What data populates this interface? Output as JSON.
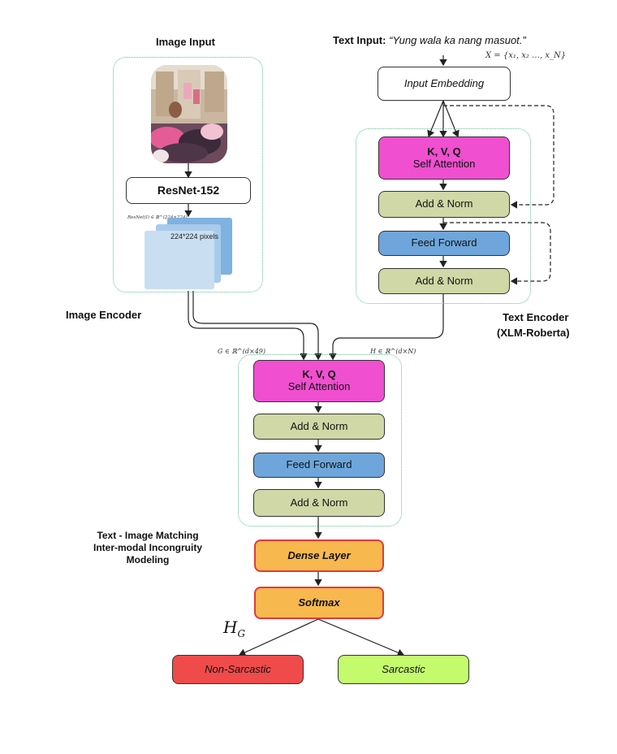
{
  "image_input_label": "Image Input",
  "text_input": {
    "label": "Text Input:",
    "quote": "“Yung wala ka nang masuot.”",
    "sequence": "X = {x₁, x₂ …, x_N}"
  },
  "image_encoder": {
    "label": "Image Encoder",
    "resnet": "ResNet-152",
    "resnet_formula": "ResNet(I) ∈ ℝ^(224×224)",
    "feature_map_label": "224*224 pixels"
  },
  "text_encoder": {
    "label_line1": "Text Encoder",
    "label_line2": "(XLM-Roberta)",
    "input_embedding": "Input Embedding",
    "kvq": "K, V, Q",
    "self_attention": "Self Attention",
    "add_norm_1": "Add & Norm",
    "feed_forward": "Feed Forward",
    "add_norm_2": "Add & Norm"
  },
  "fusion": {
    "g_formula": "G ∈ ℝ^(d×49)",
    "h_formula": "H ∈ ℝ^(d×N)",
    "kvq": "K, V, Q",
    "self_attention": "Self Attention",
    "add_norm_1": "Add & Norm",
    "feed_forward": "Feed Forward",
    "add_norm_2": "Add & Norm"
  },
  "matching_label": {
    "line1": "Text - Image Matching",
    "line2": "Inter-modal Incongruity",
    "line3": "Modeling"
  },
  "dense_layer": "Dense Layer",
  "softmax": "Softmax",
  "hg": "H",
  "hg_sub": "G",
  "outputs": {
    "non_sarcastic": "Non-Sarcastic",
    "sarcastic": "Sarcastic"
  },
  "colors": {
    "attention": "#f04fd0",
    "add_norm": "#cfd8a6",
    "feed_forward": "#6ea6db",
    "dense": "#f7b84e",
    "non_sarcastic": "#ef4b4b",
    "sarcastic": "#c4fb6d",
    "container_border": "#5fbf95"
  }
}
